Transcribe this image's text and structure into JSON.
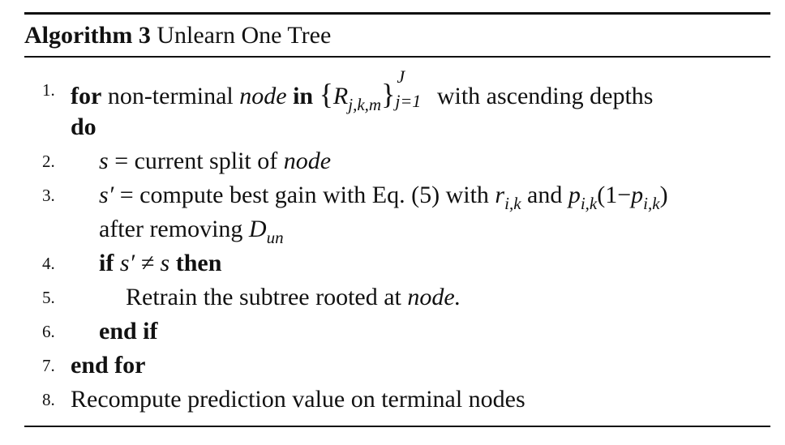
{
  "algorithm": {
    "label": "Algorithm 3",
    "title": "Unlearn One Tree"
  },
  "lines": [
    {
      "num": "1.",
      "kw_for": "for",
      "text_a": "non-terminal",
      "node": "node",
      "kw_in": "in",
      "set_R": "R",
      "set_sub": "j,k,m",
      "set_sup": "J",
      "set_lower": "j=1",
      "text_b": "with ascending depths",
      "cont_kw": "do"
    },
    {
      "num": "2.",
      "s": "s",
      "eq": " = current split of ",
      "node": "node"
    },
    {
      "num": "3.",
      "s_prime": "s′",
      "eq": " = compute best gain with Eq. (5) with ",
      "r": "r",
      "r_sub": "i,k",
      "and": " and ",
      "p": "p",
      "p_sub": "i,k",
      "paren": "(1−",
      "p2": "p",
      "p2_sub": "i,k",
      "close": ")",
      "cont_text": "after removing ",
      "D": "D",
      "D_sub": "un"
    },
    {
      "num": "4.",
      "kw_if": "if",
      "cond": " s′ ≠ s ",
      "kw_then": "then"
    },
    {
      "num": "5.",
      "text": "Retrain the subtree rooted at ",
      "node": "node."
    },
    {
      "num": "6.",
      "kw": "end if"
    },
    {
      "num": "7.",
      "kw": "end for"
    },
    {
      "num": "8.",
      "text": "Recompute prediction value on terminal nodes"
    }
  ]
}
